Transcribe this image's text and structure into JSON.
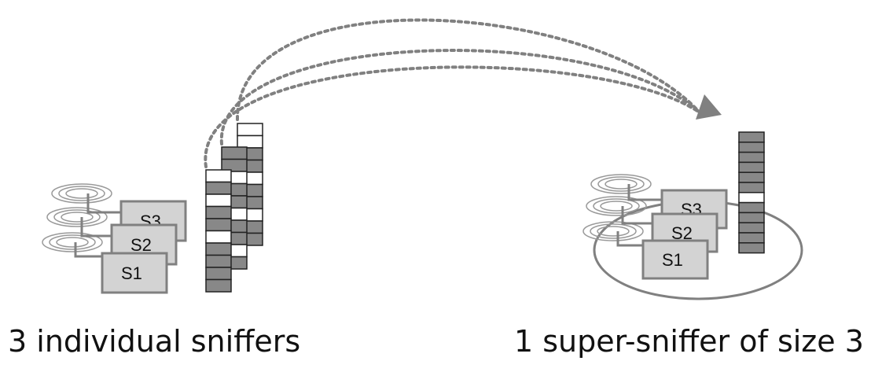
{
  "captions": {
    "left": "3 individual sniffers",
    "right": "1 super-sniffer of size 3"
  },
  "sniffer_labels": [
    "S1",
    "S2",
    "S3"
  ],
  "colors": {
    "cell_filled": "#888888",
    "cell_empty": "#ffffff",
    "stroke": "#222222",
    "sniffer_fill": "#d3d3d3",
    "sniffer_stroke": "#808080",
    "arrow": "#808080",
    "antenna": "#999999"
  },
  "icons": [
    "antenna-icon",
    "arrow-icon"
  ],
  "columns_left": [
    {
      "name": "column-back",
      "cells": [
        "empty",
        "empty",
        "filled",
        "filled",
        "empty",
        "filled",
        "filled",
        "empty",
        "filled",
        "filled"
      ]
    },
    {
      "name": "column-middle",
      "cells": [
        "filled",
        "filled",
        "empty",
        "filled",
        "filled",
        "empty",
        "filled",
        "filled",
        "empty",
        "filled"
      ]
    },
    {
      "name": "column-front",
      "cells": [
        "empty",
        "filled",
        "empty",
        "filled",
        "filled",
        "empty",
        "filled",
        "filled",
        "filled",
        "filled"
      ]
    }
  ],
  "column_right": {
    "name": "merged-column",
    "cells": [
      "filled",
      "filled",
      "filled",
      "filled",
      "filled",
      "filled",
      "empty",
      "filled",
      "filled",
      "filled",
      "filled",
      "filled"
    ]
  }
}
